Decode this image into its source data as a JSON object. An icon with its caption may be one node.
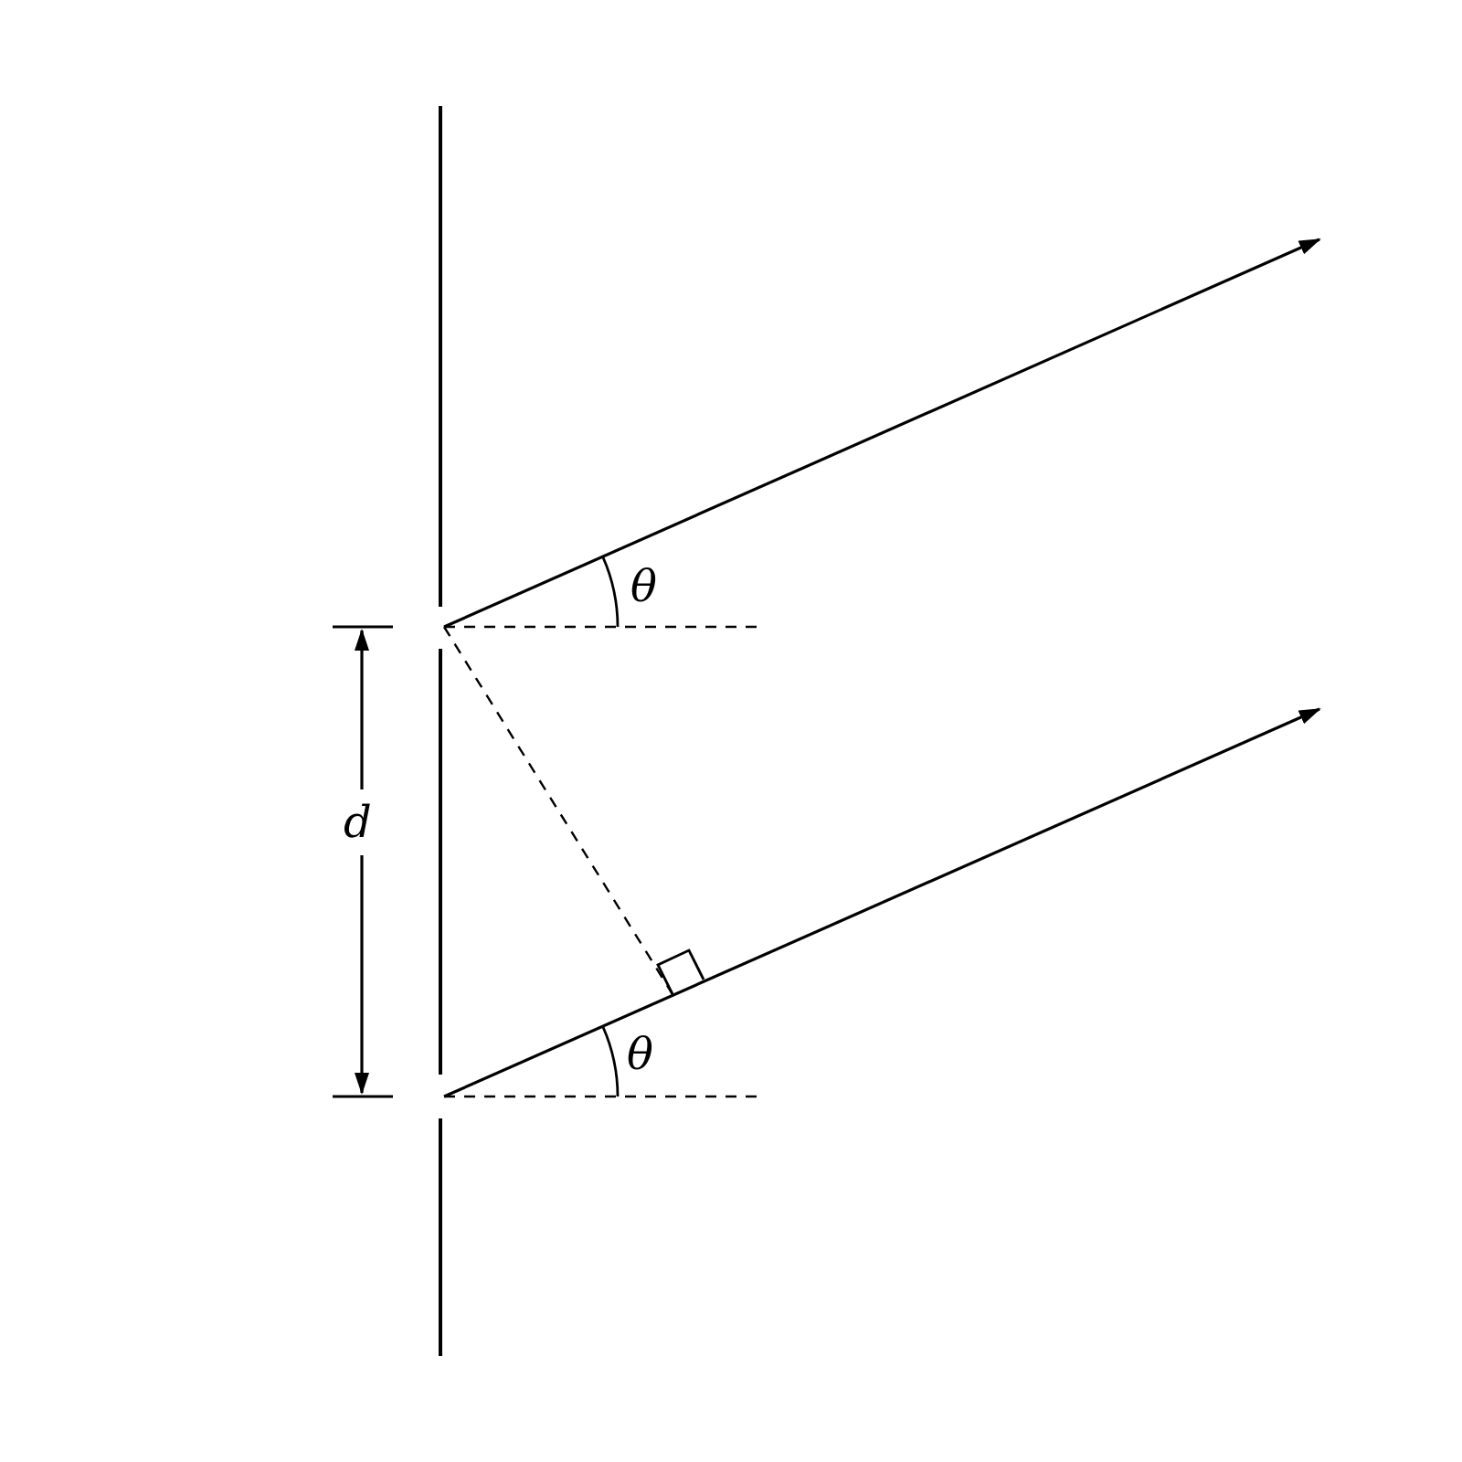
{
  "diagram": {
    "labels": [
      "θ",
      "d",
      "θ"
    ]
  }
}
